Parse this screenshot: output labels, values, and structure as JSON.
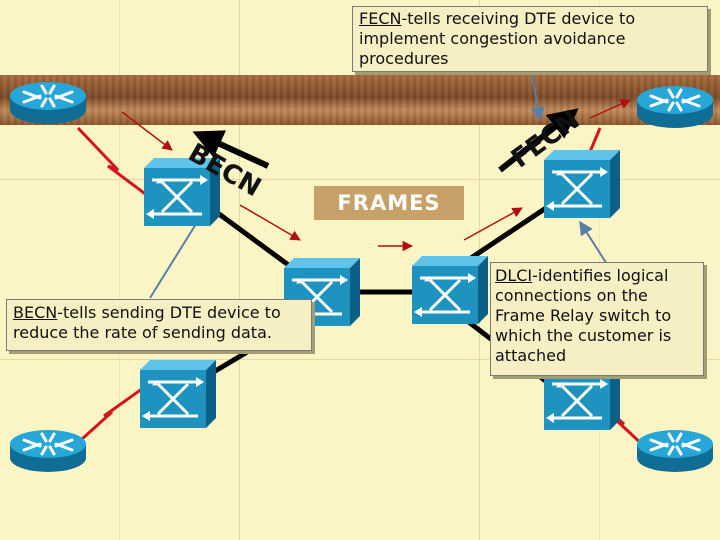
{
  "labels": {
    "frames": "FRAMES",
    "becn_arrow": "BECN",
    "fecn_arrow": "FECN"
  },
  "callouts": {
    "fecn": {
      "term": "FECN",
      "text": "-tells receiving DTE device to implement congestion avoidance procedures"
    },
    "becn": {
      "term": "BECN",
      "text": "-tells sending DTE device to reduce the rate of sending data."
    },
    "dlci": {
      "term": "DLCI",
      "text": "-identifies logical connections on the Frame Relay switch to which the customer is attached"
    }
  },
  "icons": [
    "router-icon",
    "frame-relay-switch-icon"
  ],
  "colors": {
    "background": "#fbf5c6",
    "band": "#8a542d",
    "router": "#1e93bf",
    "switch": "#1e93bf",
    "serial_link": "#d3161c",
    "frames_box": "#c8a168",
    "trunk": "#000000"
  }
}
